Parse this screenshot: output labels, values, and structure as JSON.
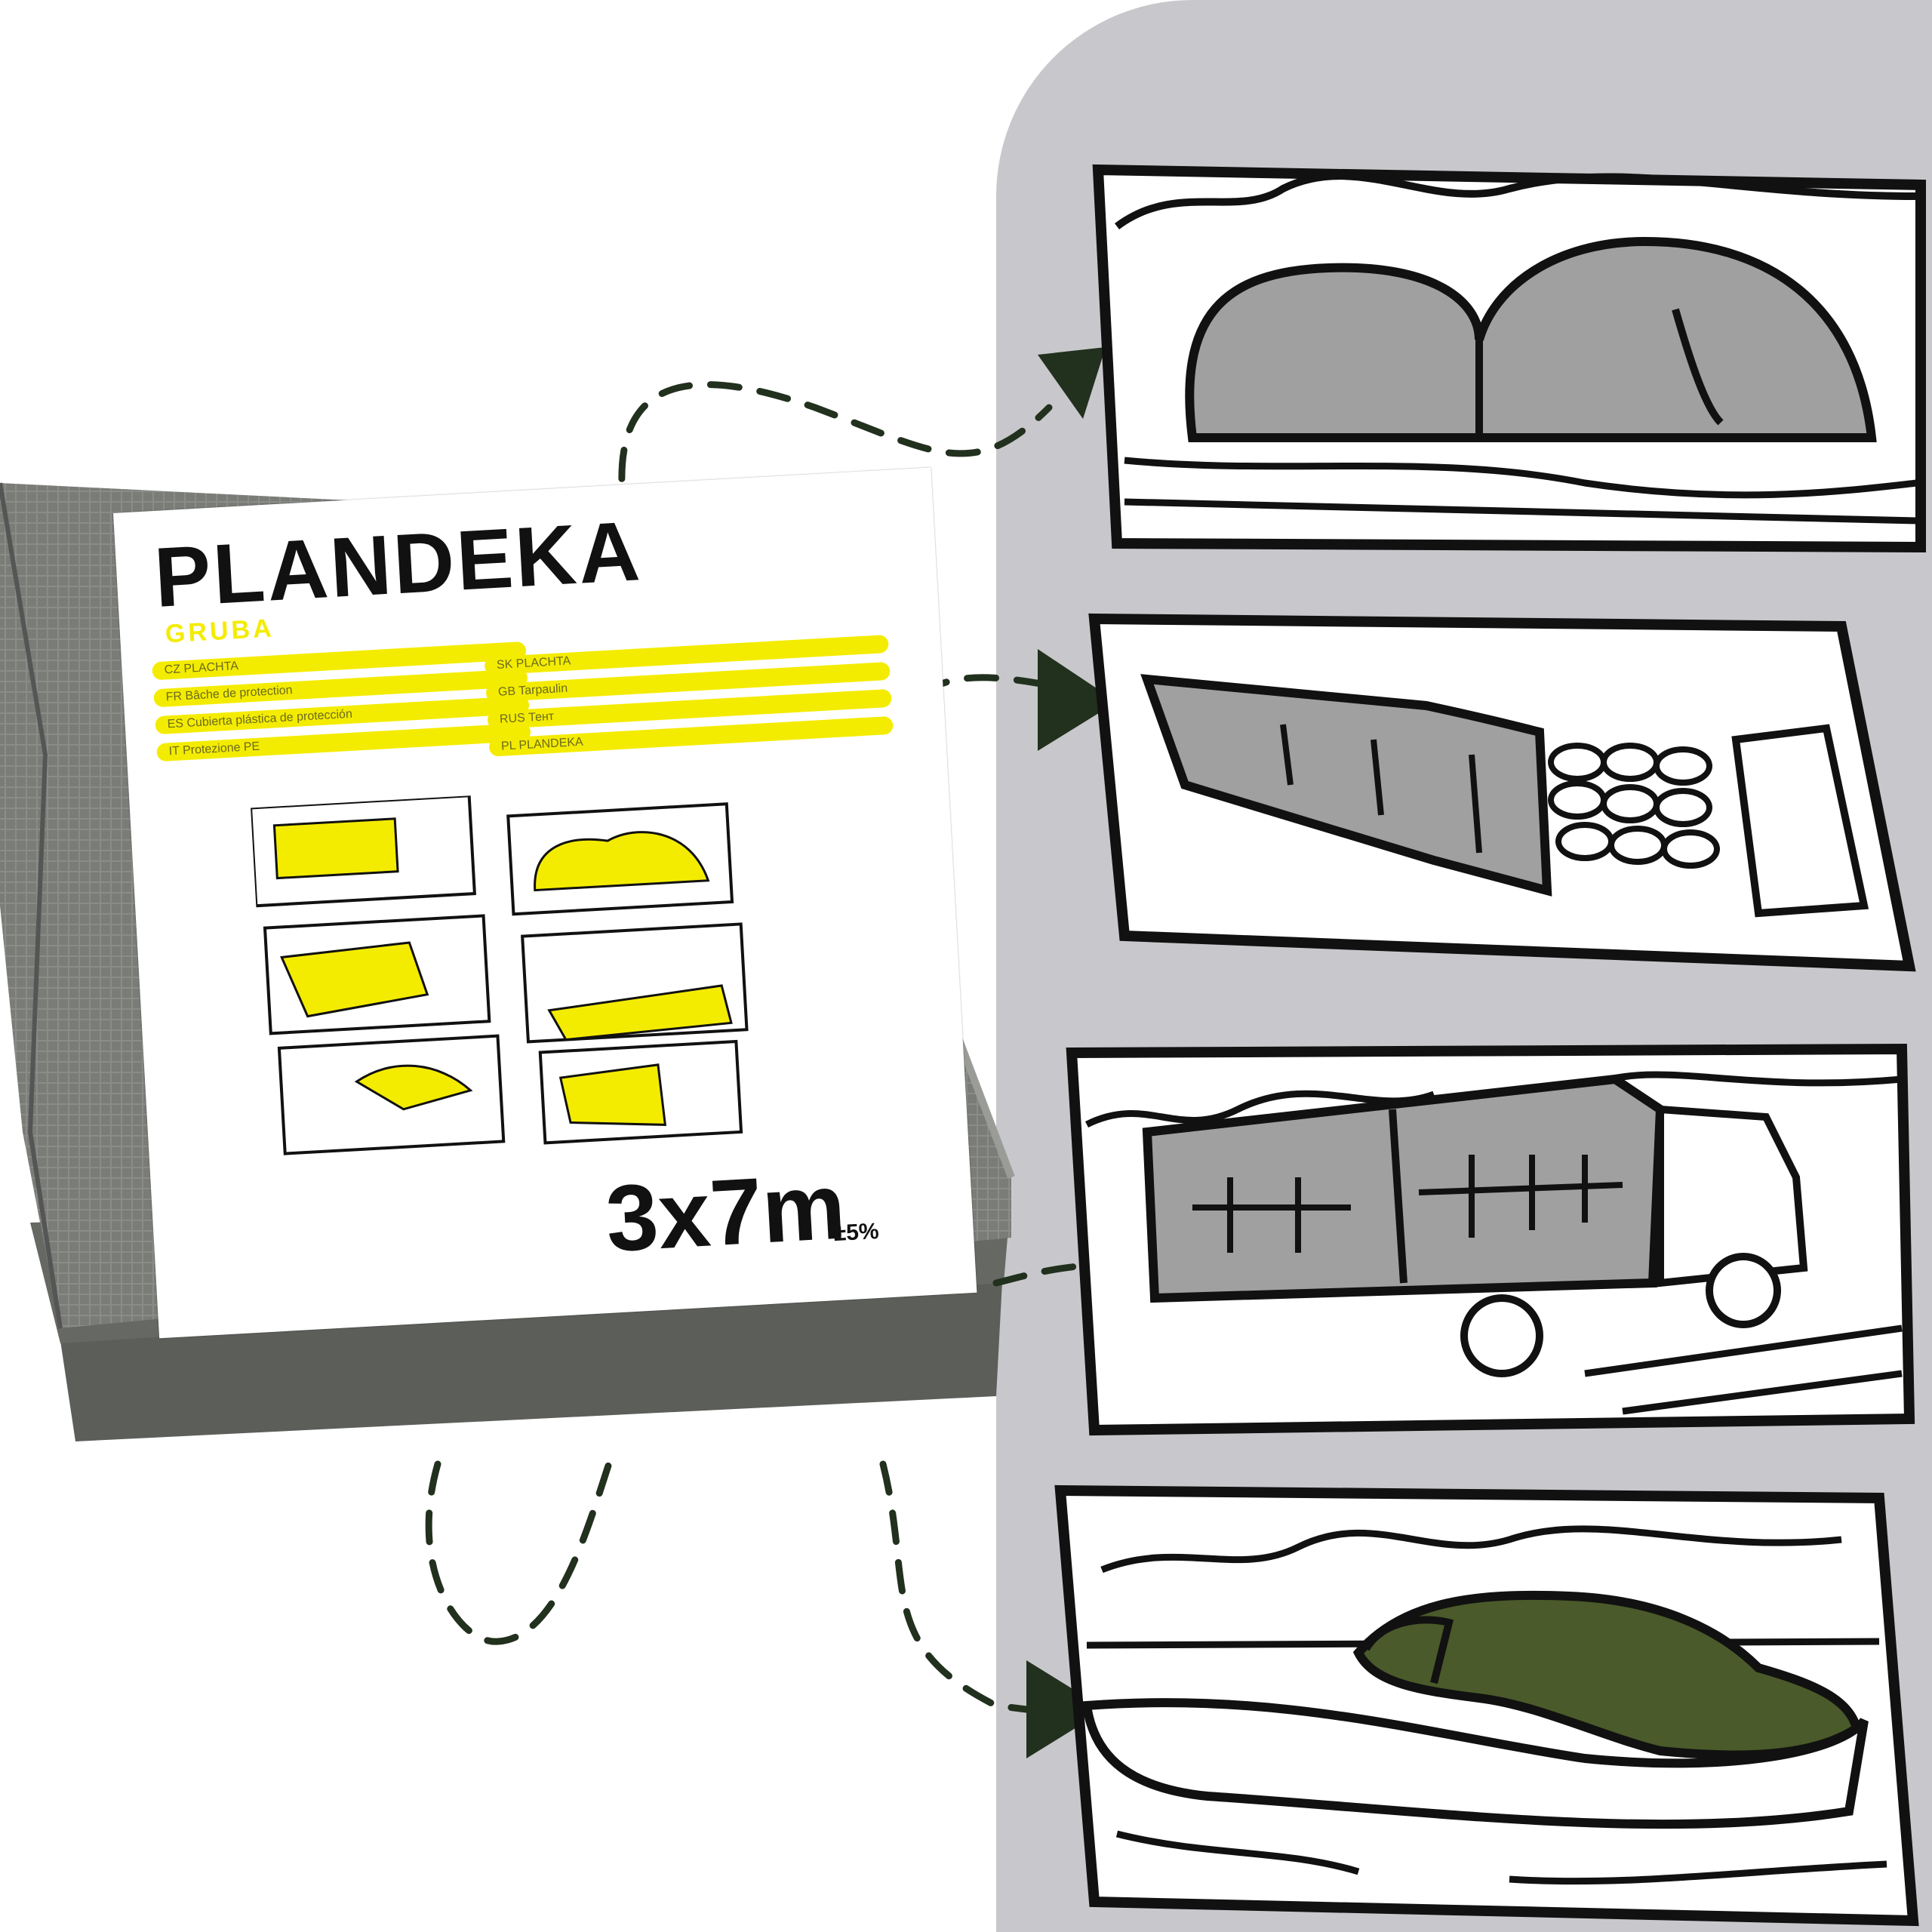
{
  "label": {
    "title": "PLANDEKA",
    "subtitle": "GRUBA",
    "languages_left": [
      "CZ PLACHTA",
      "FR Bâche de protection",
      "ES Cubierta plástica de protección",
      "IT Protezione PE"
    ],
    "languages_right": [
      "SK PLACHTA",
      "GB Tarpaulin",
      "RUS Тент",
      "PL PLANDEKA"
    ],
    "size": "3x7m",
    "tolerance": "±5%"
  },
  "illustrations": [
    {
      "name": "covered-haystacks-illustration",
      "icon": "haystack-icon"
    },
    {
      "name": "covered-woodpile-illustration",
      "icon": "woodpile-icon"
    },
    {
      "name": "covered-truck-illustration",
      "icon": "truck-icon"
    },
    {
      "name": "covered-boat-illustration",
      "icon": "boat-icon"
    }
  ],
  "colors": {
    "panel_grey": "#c8c8cc",
    "tarp_grey": "#7a7c78",
    "tarp_dark": "#5c5e5a",
    "label_yellow": "#f4ec00",
    "illustration_grey": "#a0a0a0",
    "boat_cover_green": "#4a5a2a",
    "arrow_dark": "#22301e",
    "ink": "#111111"
  }
}
